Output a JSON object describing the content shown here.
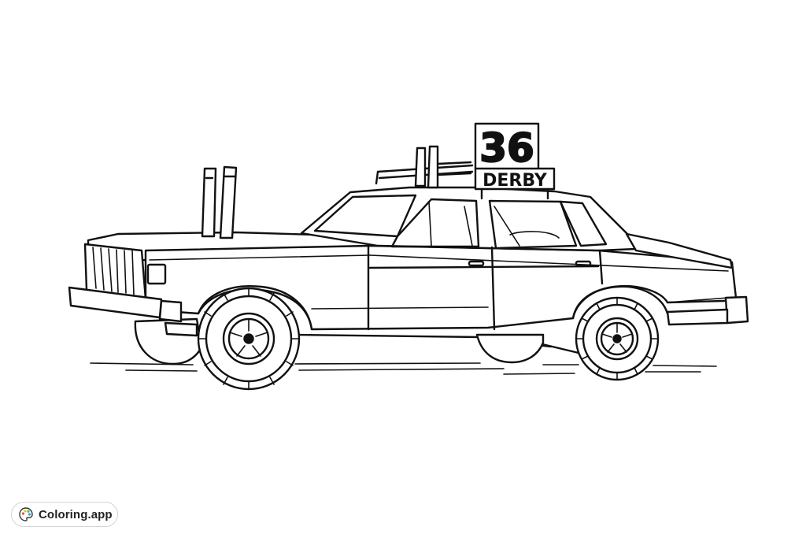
{
  "car": {
    "sign_number": "36",
    "sign_label": "DERBY"
  },
  "branding": {
    "logo_text": "Coloring.app",
    "icon": "palette-icon"
  },
  "colors": {
    "ink": "#111111",
    "background": "#ffffff",
    "badge_border": "#d4d4d4"
  }
}
